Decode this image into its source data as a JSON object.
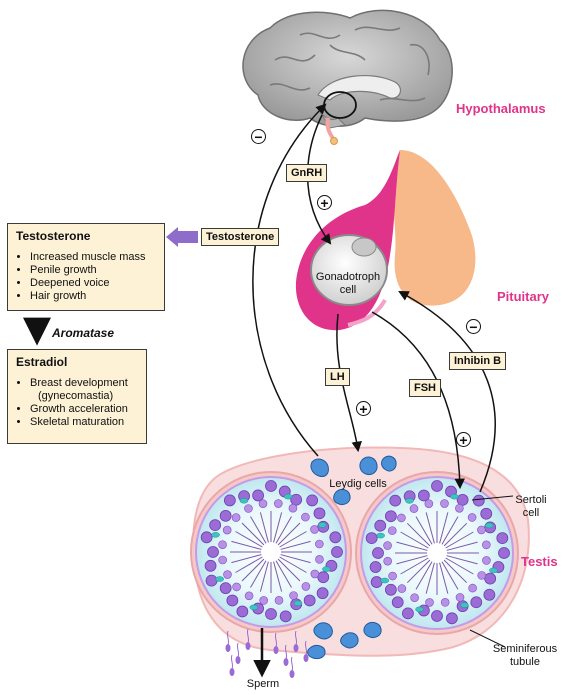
{
  "regions": {
    "hypothalamus": "Hypothalamus",
    "pituitary": "Pituitary",
    "testis": "Testis"
  },
  "hormones": {
    "gnrh": "GnRH",
    "testosterone": "Testosterone",
    "lh": "LH",
    "fsh": "FSH",
    "inhibin_b": "Inhibin B"
  },
  "cells": {
    "gonadotroph": "Gonadotroph cell",
    "leydig": "Leydig cells",
    "sertoli": "Sertoli cell",
    "seminiferous": "Seminiferous tubule",
    "sperm": "Sperm"
  },
  "effects": {
    "plus": "+",
    "minus": "−"
  },
  "testosterone_box": {
    "title": "Testosterone",
    "items": [
      "Increased muscle mass",
      "Penile growth",
      "Deepened voice",
      "Hair growth"
    ]
  },
  "conversion": "Aromatase",
  "estradiol_box": {
    "title": "Estradiol",
    "items": [
      "Breast development",
      "(gynecomastia)",
      "Growth acceleration",
      "Skeletal maturation"
    ]
  },
  "colors": {
    "accent_pink": "#e0338a",
    "pituitary_posterior": "#f8b98a",
    "label_fill": "#fdf1d6",
    "leydig_blue": "#4a90d9",
    "germ_purple": "#9b6bd6",
    "arrow_purple": "#8e6cc9"
  }
}
